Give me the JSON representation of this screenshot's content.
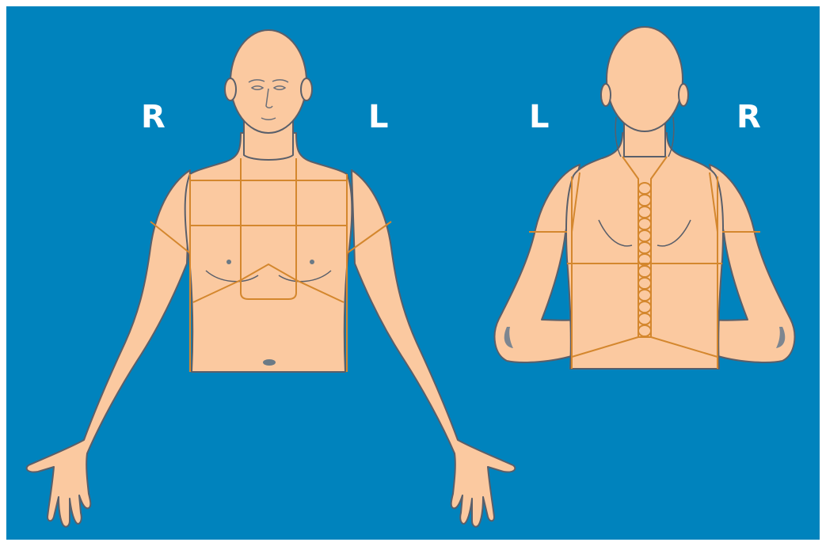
{
  "labels": {
    "front_right": "R",
    "front_left": "L",
    "back_left": "L",
    "back_right": "R"
  },
  "colors": {
    "background": "#0083bd",
    "skin": "#fbc9a0",
    "outline": "#5a5f6a",
    "region_lines": "#d4872e",
    "label_text": "#ffffff",
    "shadow": "#7d8690"
  }
}
